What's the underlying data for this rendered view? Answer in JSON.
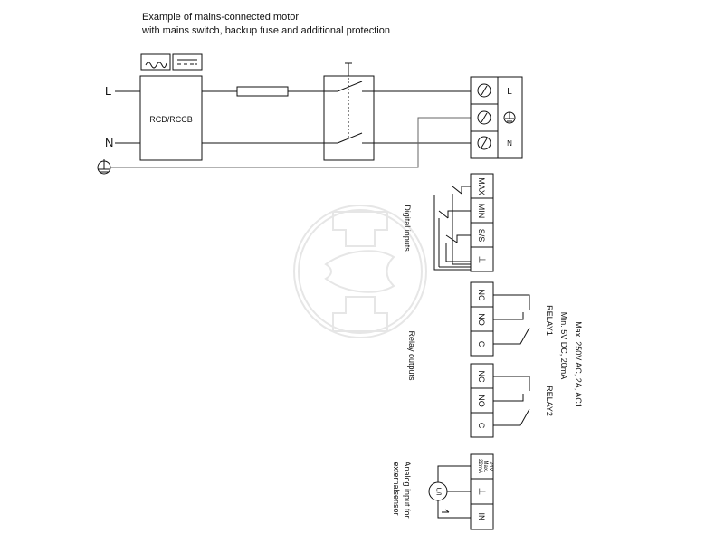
{
  "header": {
    "line1": "Example of mains-connected motor",
    "line2": "with mains switch, backup fuse and additional protection"
  },
  "mains": {
    "L": "L",
    "N": "N"
  },
  "rcd": {
    "label": "RCD/RCCB"
  },
  "terminal_block": {
    "L": "L",
    "N": "N"
  },
  "digital_inputs": {
    "title": "Digital inputs",
    "terminals": [
      "MAX",
      "MIN",
      "S/S",
      "⊥"
    ]
  },
  "relay_outputs": {
    "title": "Relay outputs",
    "relay1": {
      "name": "RELAY1",
      "terminals": [
        "NC",
        "NO",
        "C"
      ]
    },
    "relay2": {
      "name": "RELAY2",
      "terminals": [
        "NC",
        "NO",
        "C"
      ]
    },
    "rating_line1": "Max. 250V AC, 2A, AC1",
    "rating_line2": "Min. 5V DC, 20mA"
  },
  "analog_input": {
    "title_line1": "Analog input for",
    "title_line2": "externalsensor",
    "supply_line1": "24V",
    "supply_line2": "Max.",
    "supply_line3": "22mA",
    "terminals": [
      "⊥",
      "IN"
    ],
    "sensor_label": "U/I"
  },
  "icons": [
    "ac-pulse-icon",
    "dc-icon",
    "ground-icon",
    "screw-terminal-icon",
    "watermark-logo-icon"
  ]
}
